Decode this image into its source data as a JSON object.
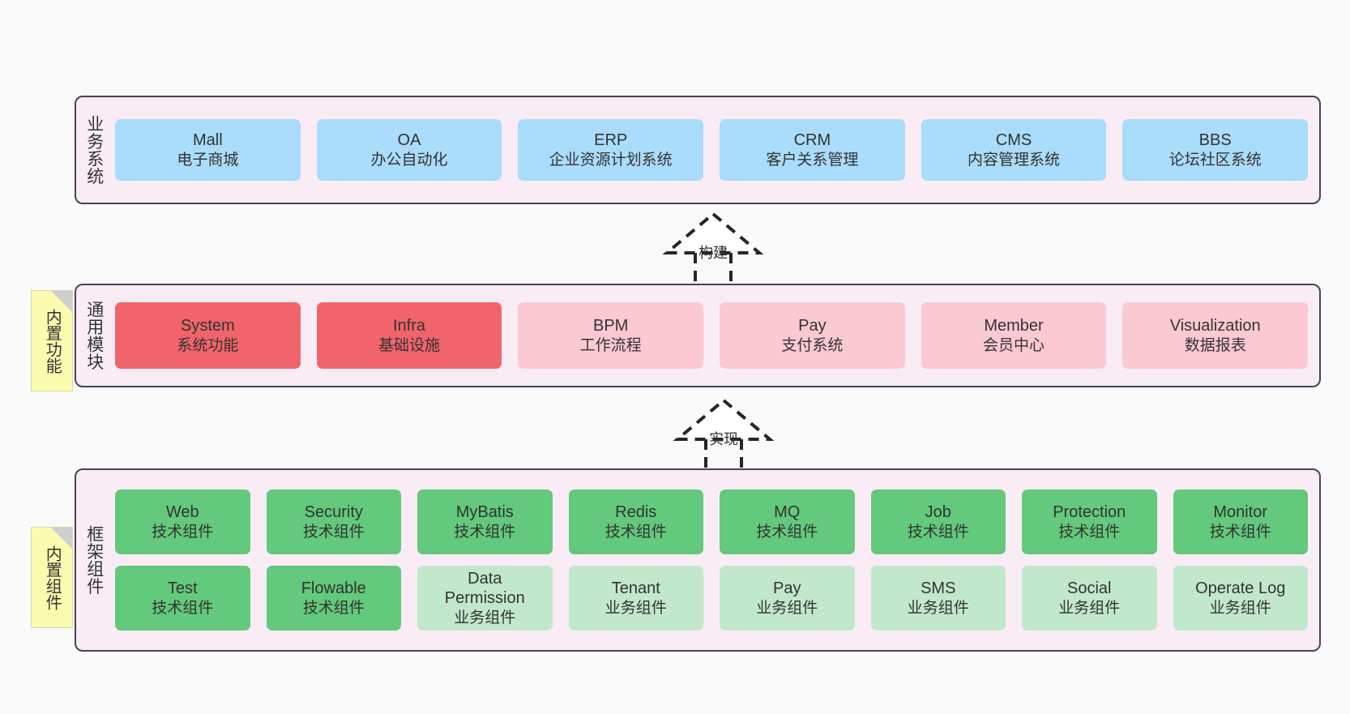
{
  "diagram": {
    "title": "Layered Architecture Diagram",
    "background_color": "#fafafa",
    "layer_fill_color": "#f9ecf5",
    "layer_border_color": "#474355"
  },
  "sticky_notes": [
    {
      "label": "内置功能",
      "color": "#fbfcb0",
      "name": "sticky-note-builtin-features"
    },
    {
      "label": "内置组件",
      "color": "#fbfcb0",
      "name": "sticky-note-builtin-components"
    }
  ],
  "connectors": [
    {
      "label": "构建",
      "style": "dashed-generalization-up",
      "name": "connector-build"
    },
    {
      "label": "实现",
      "style": "dashed-generalization-up",
      "name": "connector-implement"
    }
  ],
  "layers": [
    {
      "id": "business-system",
      "title": "业务系统",
      "rows": [
        {
          "cards": [
            {
              "title": "Mall",
              "sub": "电子商城",
              "color": "#aadcfb",
              "variant": "blue"
            },
            {
              "title": "OA",
              "sub": "办公自动化",
              "color": "#aadcfb",
              "variant": "blue"
            },
            {
              "title": "ERP",
              "sub": "企业资源计划系统",
              "color": "#aadcfb",
              "variant": "blue"
            },
            {
              "title": "CRM",
              "sub": "客户关系管理",
              "color": "#aadcfb",
              "variant": "blue"
            },
            {
              "title": "CMS",
              "sub": "内容管理系统",
              "color": "#aadcfb",
              "variant": "blue"
            },
            {
              "title": "BBS",
              "sub": "论坛社区系统",
              "color": "#aadcfb",
              "variant": "blue"
            }
          ]
        }
      ]
    },
    {
      "id": "common-module",
      "title": "通用模块",
      "rows": [
        {
          "cards": [
            {
              "title": "System",
              "sub": "系统功能",
              "color": "#f1646c",
              "variant": "red"
            },
            {
              "title": "Infra",
              "sub": "基础设施",
              "color": "#f1646c",
              "variant": "red"
            },
            {
              "title": "BPM",
              "sub": "工作流程",
              "color": "#fbc9d2",
              "variant": "pink"
            },
            {
              "title": "Pay",
              "sub": "支付系统",
              "color": "#fbc9d2",
              "variant": "pink"
            },
            {
              "title": "Member",
              "sub": "会员中心",
              "color": "#fbc9d2",
              "variant": "pink"
            },
            {
              "title": "Visualization",
              "sub": "数据报表",
              "color": "#fbc9d2",
              "variant": "pink"
            }
          ]
        }
      ]
    },
    {
      "id": "framework-component",
      "title": "框架组件",
      "rows": [
        {
          "cards": [
            {
              "title": "Web",
              "sub": "技术组件",
              "color": "#63c97c",
              "variant": "green"
            },
            {
              "title": "Security",
              "sub": "技术组件",
              "color": "#63c97c",
              "variant": "green"
            },
            {
              "title": "MyBatis",
              "sub": "技术组件",
              "color": "#63c97c",
              "variant": "green"
            },
            {
              "title": "Redis",
              "sub": "技术组件",
              "color": "#63c97c",
              "variant": "green"
            },
            {
              "title": "MQ",
              "sub": "技术组件",
              "color": "#63c97c",
              "variant": "green"
            },
            {
              "title": "Job",
              "sub": "技术组件",
              "color": "#63c97c",
              "variant": "green"
            },
            {
              "title": "Protection",
              "sub": "技术组件",
              "color": "#63c97c",
              "variant": "green"
            },
            {
              "title": "Monitor",
              "sub": "技术组件",
              "color": "#63c97c",
              "variant": "green"
            }
          ]
        },
        {
          "cards": [
            {
              "title": "Test",
              "sub": "技术组件",
              "color": "#63c97c",
              "variant": "green"
            },
            {
              "title": "Flowable",
              "sub": "技术组件",
              "color": "#63c97c",
              "variant": "green"
            },
            {
              "title": "Data Permission",
              "sub": "业务组件",
              "color": "#c2e8cc",
              "variant": "lightgreen"
            },
            {
              "title": "Tenant",
              "sub": "业务组件",
              "color": "#c2e8cc",
              "variant": "lightgreen"
            },
            {
              "title": "Pay",
              "sub": "业务组件",
              "color": "#c2e8cc",
              "variant": "lightgreen"
            },
            {
              "title": "SMS",
              "sub": "业务组件",
              "color": "#c2e8cc",
              "variant": "lightgreen"
            },
            {
              "title": "Social",
              "sub": "业务组件",
              "color": "#c2e8cc",
              "variant": "lightgreen"
            },
            {
              "title": "Operate Log",
              "sub": "业务组件",
              "color": "#c2e8cc",
              "variant": "lightgreen"
            }
          ]
        }
      ]
    }
  ]
}
